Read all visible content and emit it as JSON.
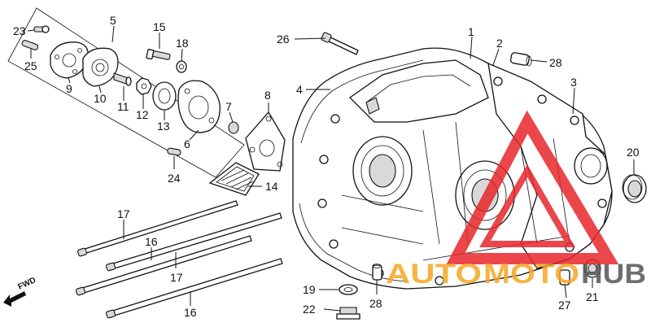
{
  "callouts": [
    {
      "id": "c1",
      "label": "1"
    },
    {
      "id": "c2",
      "label": "2"
    },
    {
      "id": "c3",
      "label": "3"
    },
    {
      "id": "c4",
      "label": "4"
    },
    {
      "id": "c5",
      "label": "5"
    },
    {
      "id": "c6",
      "label": "6"
    },
    {
      "id": "c7",
      "label": "7"
    },
    {
      "id": "c8",
      "label": "8"
    },
    {
      "id": "c9",
      "label": "9"
    },
    {
      "id": "c10",
      "label": "10"
    },
    {
      "id": "c11",
      "label": "11"
    },
    {
      "id": "c12",
      "label": "12"
    },
    {
      "id": "c13",
      "label": "13"
    },
    {
      "id": "c14",
      "label": "14"
    },
    {
      "id": "c15",
      "label": "15"
    },
    {
      "id": "c16a",
      "label": "16"
    },
    {
      "id": "c16b",
      "label": "16"
    },
    {
      "id": "c17a",
      "label": "17"
    },
    {
      "id": "c17b",
      "label": "17"
    },
    {
      "id": "c18",
      "label": "18"
    },
    {
      "id": "c19",
      "label": "19"
    },
    {
      "id": "c20",
      "label": "20"
    },
    {
      "id": "c21",
      "label": "21"
    },
    {
      "id": "c22",
      "label": "22"
    },
    {
      "id": "c23",
      "label": "23"
    },
    {
      "id": "c24",
      "label": "24"
    },
    {
      "id": "c25",
      "label": "25"
    },
    {
      "id": "c26",
      "label": "26"
    },
    {
      "id": "c27",
      "label": "27"
    },
    {
      "id": "c28a",
      "label": "28"
    },
    {
      "id": "c28b",
      "label": "28"
    }
  ],
  "direction_label": "FWD",
  "watermark": {
    "text_auto": "AUTO",
    "text_moto": "MOTO",
    "text_hub": "HUB",
    "color_red": "#e8262b",
    "color_orange": "#f5a623",
    "color_dark": "#555555"
  }
}
